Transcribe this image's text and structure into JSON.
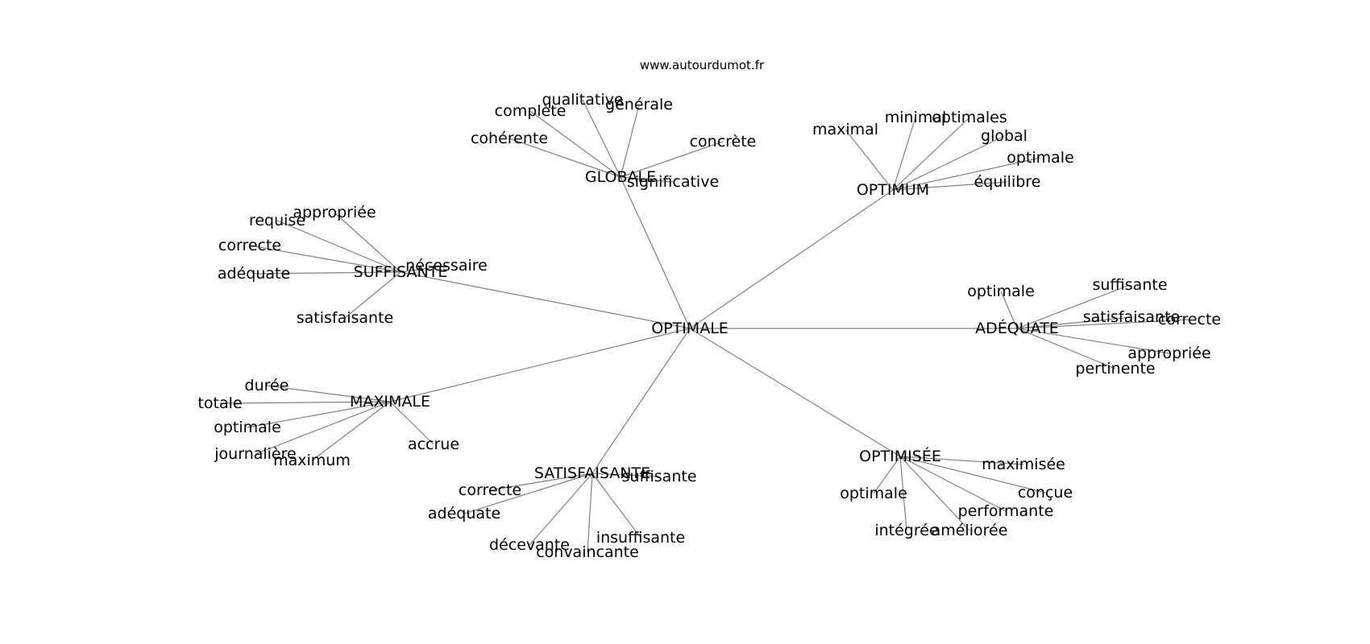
{
  "watermark": "www.autourdumot.fr",
  "colors": {
    "edge": "#808080",
    "text": "#000000",
    "background": "#ffffff"
  },
  "graph": {
    "center": "OPTIMALE",
    "groups": [
      {
        "hub": "GLOBALE",
        "leaves": [
          "qualitative",
          "générale",
          "complète",
          "cohérente",
          "concrète",
          "significative"
        ]
      },
      {
        "hub": "OPTIMUM",
        "leaves": [
          "maximal",
          "minimal",
          "optimales",
          "global",
          "optimale",
          "équilibre"
        ]
      },
      {
        "hub": "SUFFISANTE",
        "leaves": [
          "appropriée",
          "requise",
          "correcte",
          "adéquate",
          "satisfaisante",
          "nécessaire"
        ]
      },
      {
        "hub": "ADÉQUATE",
        "leaves": [
          "optimale",
          "suffisante",
          "satisfaisante",
          "correcte",
          "appropriée",
          "pertinente"
        ]
      },
      {
        "hub": "MAXIMALE",
        "leaves": [
          "durée",
          "totale",
          "optimale",
          "journalière",
          "maximum",
          "accrue"
        ]
      },
      {
        "hub": "SATISFAISANTE",
        "leaves": [
          "correcte",
          "adéquate",
          "suffisante",
          "insuffisante",
          "décevante",
          "convaincante"
        ]
      },
      {
        "hub": "OPTIMISÉE",
        "leaves": [
          "maximisée",
          "conçue",
          "optimale",
          "performante",
          "intégrée",
          "améliorée"
        ]
      }
    ]
  }
}
